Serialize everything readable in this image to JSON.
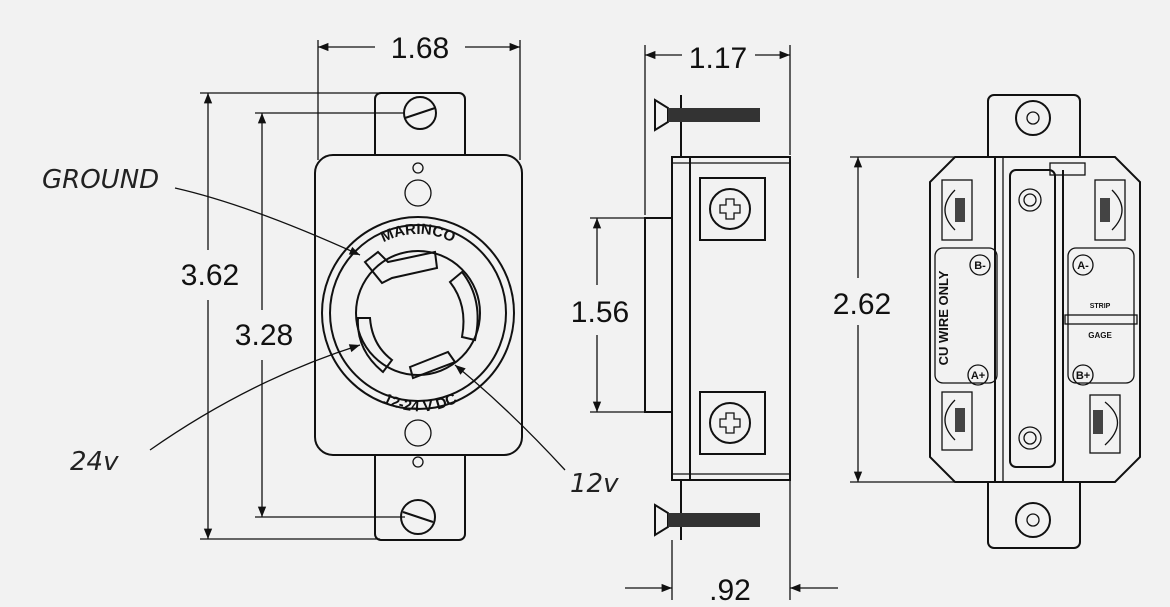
{
  "dimensions": {
    "front_width": "1.68",
    "front_height_outer": "3.62",
    "front_height_mount": "3.28",
    "side_depth": "1.17",
    "side_body_height": "1.56",
    "side_body_depth": ".92",
    "back_height": "2.62"
  },
  "receptacle": {
    "brand": "MARINCO",
    "rating": "12-24 V DC"
  },
  "callouts": {
    "ground": "GROUND",
    "v24": "24v",
    "v12": "12v"
  },
  "back": {
    "wire_note": "CU WIRE ONLY",
    "terminal_b_minus": "B-",
    "terminal_a_minus": "A-",
    "terminal_a_plus": "A+",
    "terminal_b_plus": "B+",
    "strip": "STRIP",
    "gage": "GAGE"
  }
}
